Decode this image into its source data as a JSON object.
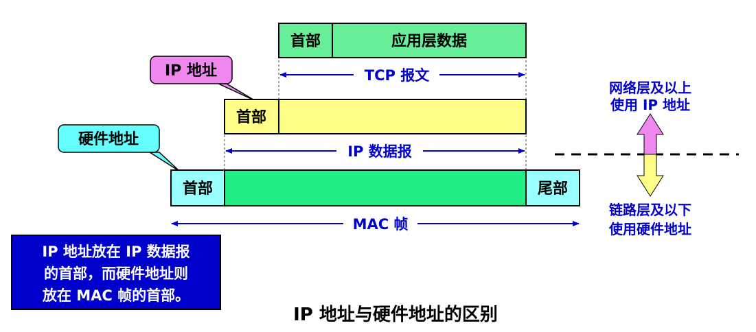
{
  "tcp": {
    "header": "首部",
    "payload": "应用层数据",
    "span_label": "TCP 报文"
  },
  "ip": {
    "header": "首部",
    "span_label": "IP 数据报",
    "callout": "IP 地址"
  },
  "mac": {
    "header": "首部",
    "trailer": "尾部",
    "span_label": "MAC 帧",
    "callout": "硬件地址"
  },
  "layers": {
    "upper": [
      "网络层及以上",
      "使用 IP 地址"
    ],
    "lower": [
      "链路层及以下",
      "使用硬件地址"
    ]
  },
  "note": [
    "IP 地址放在 IP 数据报",
    "的首部，而硬件地址则",
    "放在 MAC 帧的首部。"
  ],
  "title": "IP 地址与硬件地址的区别",
  "colors": {
    "tcp_fill": "#66ee99",
    "ip_fill": "#ffff88",
    "mac_fill": "#22ee88",
    "mac_end_fill": "#99ffff",
    "ip_callout_fill": "#ee88ee",
    "hw_callout_fill": "#66ffff",
    "note_fill": "#0000cc",
    "upper_arrow": "#ee88ee",
    "lower_arrow": "#ffff88",
    "accent_text": "#0000cc"
  }
}
